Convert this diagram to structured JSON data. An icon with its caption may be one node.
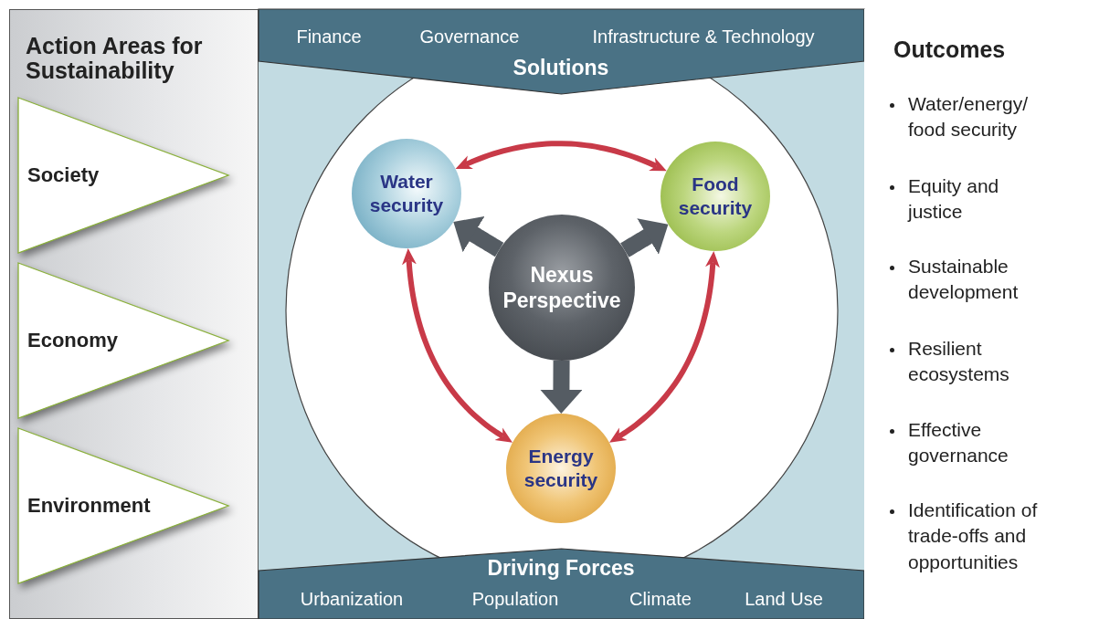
{
  "diagram": {
    "nodes": [
      {
        "text": [
          "Action Areas for Sustainability"
        ]
      },
      {
        "text": [
          "Society"
        ],
        "in": 0
      },
      {
        "text": [
          "Economy"
        ],
        "in": 0
      },
      {
        "text": [
          "Environment"
        ],
        "in": 0
      },
      {
        "text": [
          "Finance",
          "Governance",
          "Infrastructure & Technology",
          "Solutions"
        ]
      },
      {
        "text": [
          "Driving Forces",
          "Urbanization",
          "Population",
          "Climate",
          "Land Use"
        ]
      },
      {
        "text": [
          "Water security"
        ]
      },
      {
        "text": [
          "Food security"
        ]
      },
      {
        "text": [
          "Nexus Perspective"
        ]
      },
      {
        "text": [
          "Energy security"
        ]
      },
      {
        "text": [
          "Outcomes",
          "Water/energy/ food security",
          "Equity and justice",
          "Sustainable development",
          "Resilient ecosystems",
          "Effective governance",
          "Identification of trade-offs and opportunities"
        ]
      }
    ],
    "edges": [
      {
        "from": 8,
        "to": 6,
        "arrow": "to",
        "style": "thick",
        "color": "#555c63"
      },
      {
        "from": 8,
        "to": 7,
        "arrow": "to",
        "style": "thick",
        "color": "#555c63"
      },
      {
        "from": 8,
        "to": 9,
        "arrow": "to",
        "style": "thick",
        "color": "#555c63"
      },
      {
        "from": 6,
        "to": 7,
        "arrow": "both",
        "color": "#c83a48"
      },
      {
        "from": 6,
        "to": 9,
        "arrow": "both",
        "color": "#c83a48"
      },
      {
        "from": 7,
        "to": 9,
        "arrow": "both",
        "color": "#c83a48"
      }
    ]
  }
}
